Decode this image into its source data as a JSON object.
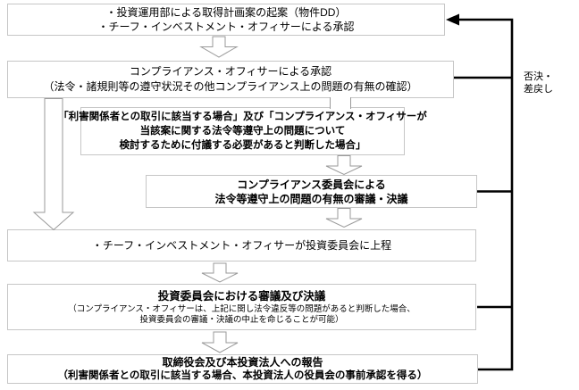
{
  "flow": {
    "boxes": [
      {
        "id": "origination",
        "lines": [
          "・投資運用部による取得計画案の起案（物件DD）",
          "・チーフ・インベストメント・オフィサーによる承認"
        ]
      },
      {
        "id": "compliance-officer-approval",
        "lines": [
          "コンプライアンス・オフィサーによる承認",
          "（法令・諸規則等の遵守状況その他コンプライアンス上の問題の有無の確認）"
        ]
      },
      {
        "id": "referral-condition",
        "lines": [
          "「利害関係者との取引に該当する場合」及び「コンプライアンス・オフィサーが",
          "当該案に関する法令等遵守上の問題について",
          "検討するために付議する必要があると判断した場合」"
        ]
      },
      {
        "id": "compliance-committee",
        "lines": [
          "コンプライアンス委員会による",
          "法令等遵守上の問題の有無の審議・決議"
        ]
      },
      {
        "id": "cio-submission",
        "lines": [
          "・チーフ・インベストメント・オフィサーが投資委員会に上程"
        ]
      },
      {
        "id": "investment-committee",
        "lines": [
          "投資委員会における審議及び決議",
          "（コンプライアンス・オフィサーは、上記に関し法令違反等の問題があると判断した場合、",
          "投資委員会の審議・決議の中止を命じることが可能）"
        ]
      },
      {
        "id": "board-report",
        "lines": [
          "取締役会及び本投資法人への報告",
          "（利害関係者との取引に該当する場合、本投資法人の役員会の事前承認を得る）"
        ]
      }
    ],
    "feedback_label_lines": [
      "否決・",
      "差戻し"
    ],
    "colors": {
      "box_border": "#c6c6c6",
      "arrow_outline": "#9a9a9a",
      "arrow_fill": "#ffffff",
      "feedback_line": "#000000",
      "text": "#000000",
      "background": "#ffffff"
    }
  }
}
